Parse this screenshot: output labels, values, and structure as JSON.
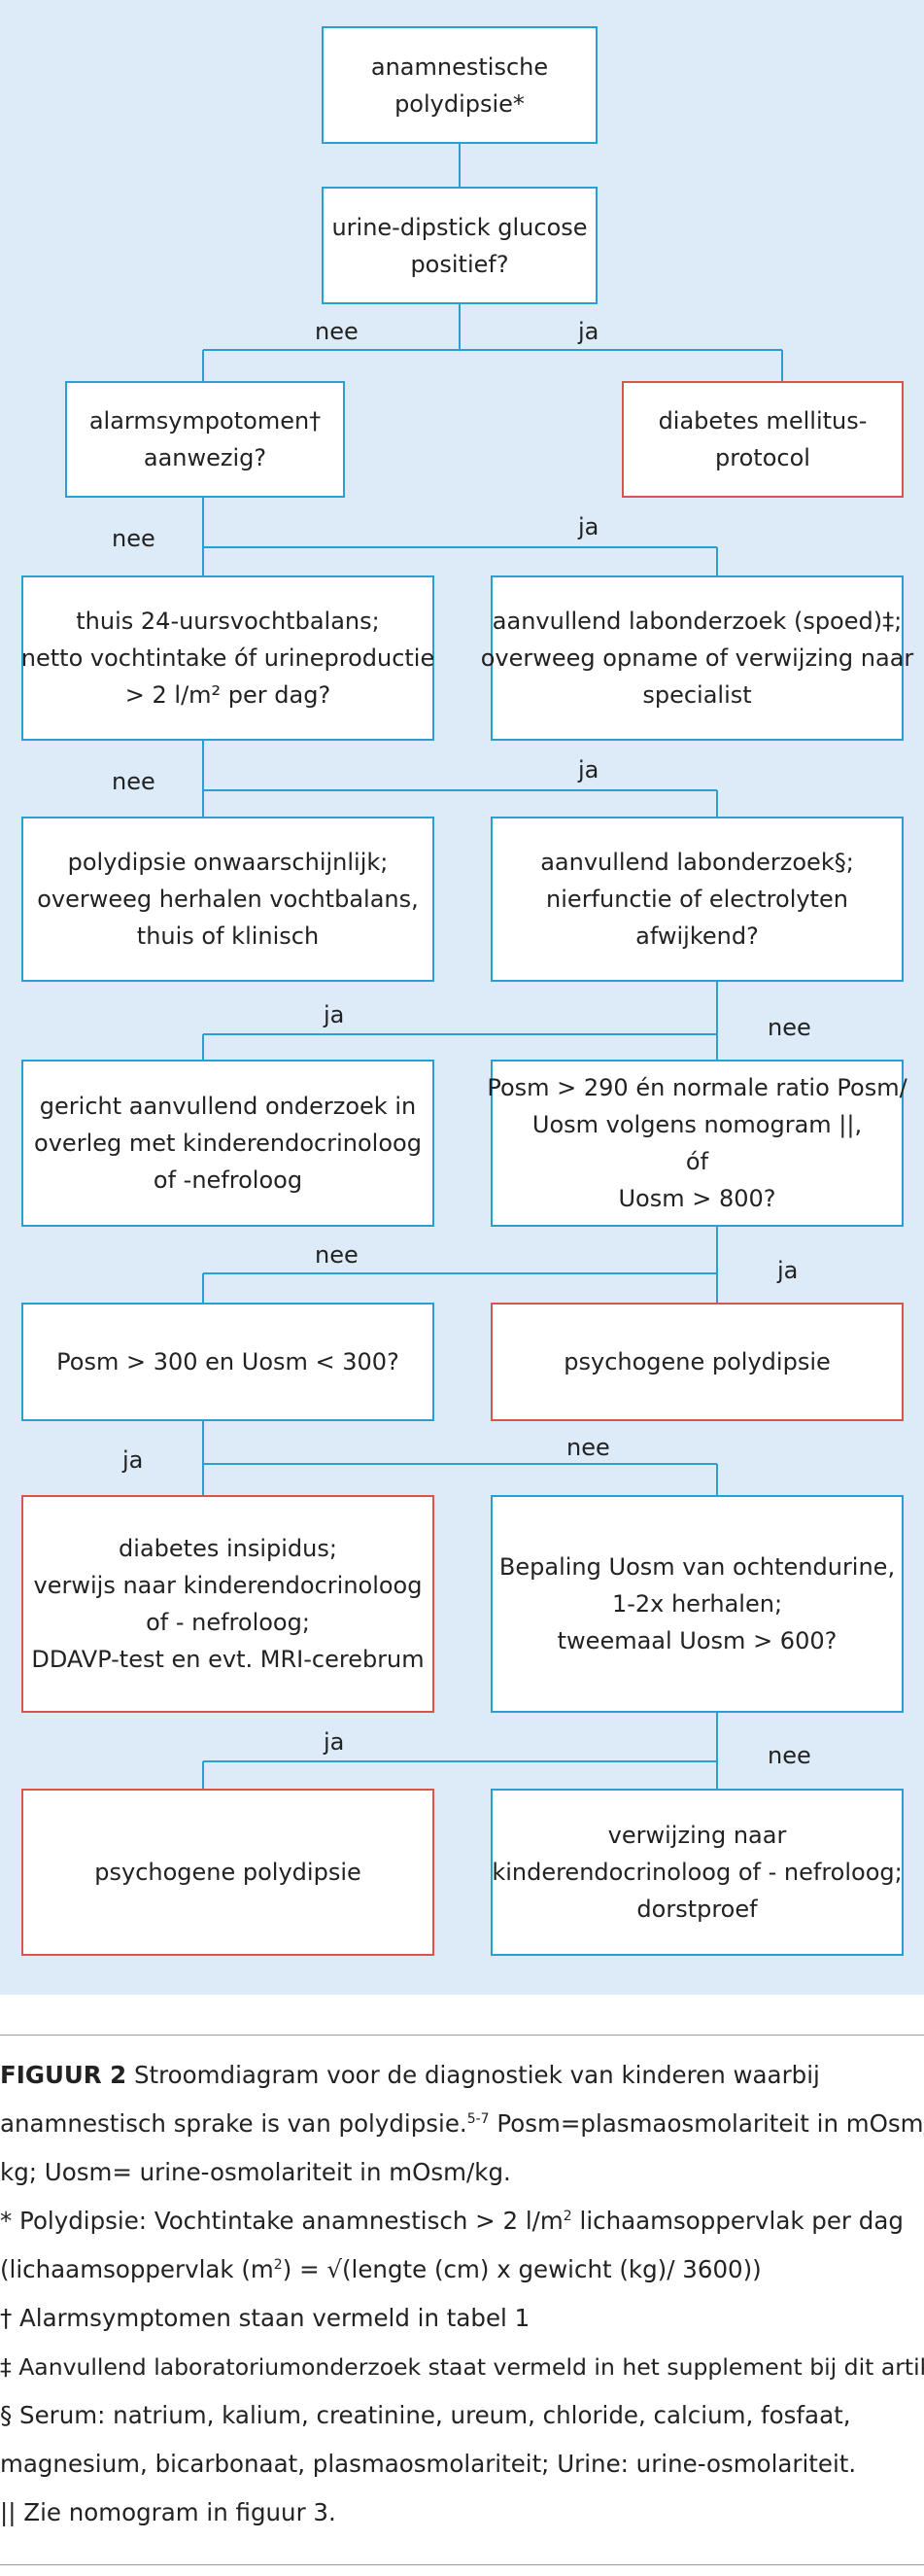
{
  "flowchart": {
    "nodes": {
      "n1": [
        "anamnestische",
        "polydipsie*"
      ],
      "n2": [
        "urine-dipstick glucose",
        "positief?"
      ],
      "n3": [
        "alarmsympotomen†",
        "aanwezig?"
      ],
      "n4": [
        "diabetes mellitus-",
        "protocol"
      ],
      "n5": [
        "thuis 24-uursvochtbalans;",
        "netto vochtintake óf urineproductie",
        "> 2 l/m² per dag?"
      ],
      "n6": [
        "aanvullend labonderzoek (spoed)‡;",
        "overweeg opname of verwijzing naar",
        "specialist"
      ],
      "n7": [
        "polydipsie onwaarschijnlijk;",
        "overweeg herhalen vochtbalans,",
        "thuis of klinisch"
      ],
      "n8": [
        "aanvullend labonderzoek§;",
        "nierfunctie of electrolyten",
        "afwijkend?"
      ],
      "n9": [
        "gericht aanvullend onderzoek in",
        "overleg met kinderendocrinoloog",
        "of -nefroloog"
      ],
      "n10": [
        "Posm > 290 én normale ratio Posm/",
        "Uosm volgens nomogram ||,",
        "óf",
        "Uosm > 800?"
      ],
      "n11": [
        "Posm > 300 en Uosm < 300?"
      ],
      "n12": [
        "psychogene polydipsie"
      ],
      "n13": [
        "diabetes insipidus;",
        "verwijs naar kinderendocrinoloog",
        "of - nefroloog;",
        "DDAVP-test en evt. MRI-cerebrum"
      ],
      "n14": [
        "Bepaling Uosm van ochtendurine,",
        "1-2x herhalen;",
        "tweemaal  Uosm > 600?"
      ],
      "n15": [
        "psychogene polydipsie"
      ],
      "n16": [
        "verwijzing naar",
        "kinderendocrinoloog of - nefroloog;",
        "dorstproef"
      ]
    },
    "labels": {
      "l1": "nee",
      "l2": "ja",
      "l3": "nee",
      "l4": "ja",
      "l5": "nee",
      "l6": "ja",
      "l7": "ja",
      "l8": "nee",
      "l9": "nee",
      "l10": "ja",
      "l11": "ja",
      "l12": "nee",
      "l13": "ja",
      "l14": "nee"
    }
  },
  "caption": {
    "figure_label": "FIGUUR 2",
    "line1": "  Stroomdiagram voor de diagnostiek van kinderen waarbij",
    "line2a": "anamnestisch sprake is van polydipsie.",
    "line2_ref": "5-7",
    "line2b": " Posm=plasmaosmolariteit in mOsm/",
    "line3": "kg; Uosm= urine-osmolariteit in mOsm/kg.",
    "line4a": "* Polydipsie: Vochtintake anamnestisch > 2 l/m",
    "line4_sup": "2",
    "line4b": " lichaamsoppervlak per dag",
    "line5a": "(lichaamsoppervlak (m",
    "line5_sup": "2",
    "line5b": ") = √(lengte (cm) x gewicht (kg)/ 3600))",
    "line6": "† Alarmsymptomen staan vermeld in tabel 1",
    "line7": "‡ Aanvullend laboratoriumonderzoek staat vermeld in het supplement bij dit artikel.",
    "line8": "§ Serum: natrium, kalium, creatinine, ureum, chloride, calcium, fosfaat,",
    "line9": "magnesium, bicarbonaat, plasmaosmolariteit; Urine: urine-osmolariteit.",
    "line10": "|| Zie nomogram in figuur 3."
  },
  "colors": {
    "background": "#dcebf7",
    "box_border": "#2a9fd6",
    "box_border_terminal": "#d9534f",
    "connector": "#2a9fd6"
  }
}
